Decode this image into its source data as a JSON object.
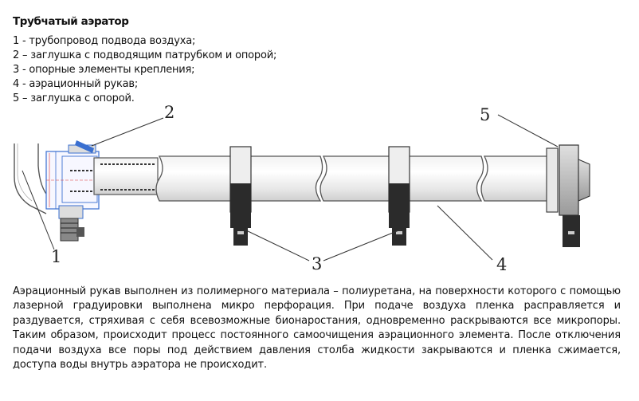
{
  "title": "Трубчатый аэратор",
  "legend": [
    "1 - трубопровод подвода воздуха;",
    "2 – заглушка с подводящим патрубком и опорой;",
    "3 - опорные элементы крепления;",
    "4 - аэрационный рукав;",
    "5 – заглушка с опорой."
  ],
  "callouts": {
    "c1": "1",
    "c2": "2",
    "c3": "3",
    "c4": "4",
    "c5": "5"
  },
  "description": "Аэрационный рукав выполнен из полимерного материала – полиуретана, на поверхности которого с помощью лазерной градуировки выполнена микро перфорация. При подаче воздуха пленка расправляется и раздувается, стряхивая с себя всевозможные бионаростания, одновременно раскрываются все микропоры. Таким образом, происходит процесс постоянного самоочищения аэрационного элемента. После отключения подачи воздуха все поры под действием давления столба жидкости закрываются и пленка сжимается, доступа воды внутрь аэратора не происходит.",
  "colors": {
    "pipe_fill": "#eeeeee",
    "pipe_stroke": "#555555",
    "clamp": "#2b2b2b",
    "fitting": "#3a6fd0",
    "end_cap": "#c8c8c8"
  }
}
